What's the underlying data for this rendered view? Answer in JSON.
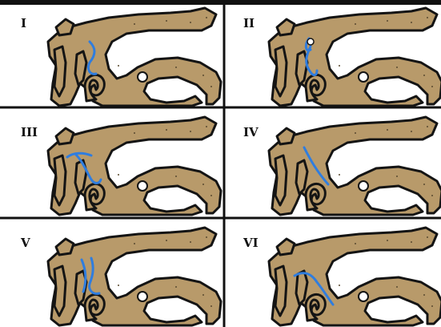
{
  "colors": {
    "bone": "#b89a6a",
    "outline": "#141414",
    "channel": "#2f7ddf",
    "grid": "#111111",
    "background": "#ffffff"
  },
  "panels": [
    {
      "label": "I",
      "variant": "I"
    },
    {
      "label": "II",
      "variant": "II"
    },
    {
      "label": "III",
      "variant": "III"
    },
    {
      "label": "IV",
      "variant": "IV"
    },
    {
      "label": "V",
      "variant": "V"
    },
    {
      "label": "VI",
      "variant": "VI"
    }
  ]
}
